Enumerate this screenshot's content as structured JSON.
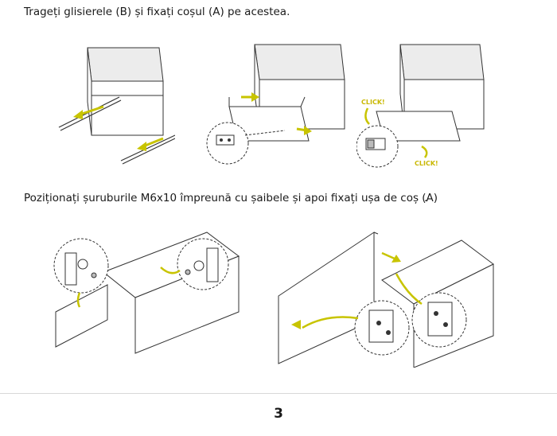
{
  "instructions": {
    "step1": "Trageți glisierele (B) și fixați coșul (A) pe acestea.",
    "step2": "Poziționați șuruburile M6x10 împreună cu șaibele și apoi fixați ușa de coș (A)",
    "trailing_mark": "."
  },
  "figures": {
    "click_label": "CLICK!"
  },
  "footer": {
    "page_number": "3"
  },
  "colors": {
    "arrow": "#c8c400",
    "line": "#333333",
    "cabinet_top": "#ececec",
    "cabinet_side": "#ffffff"
  }
}
